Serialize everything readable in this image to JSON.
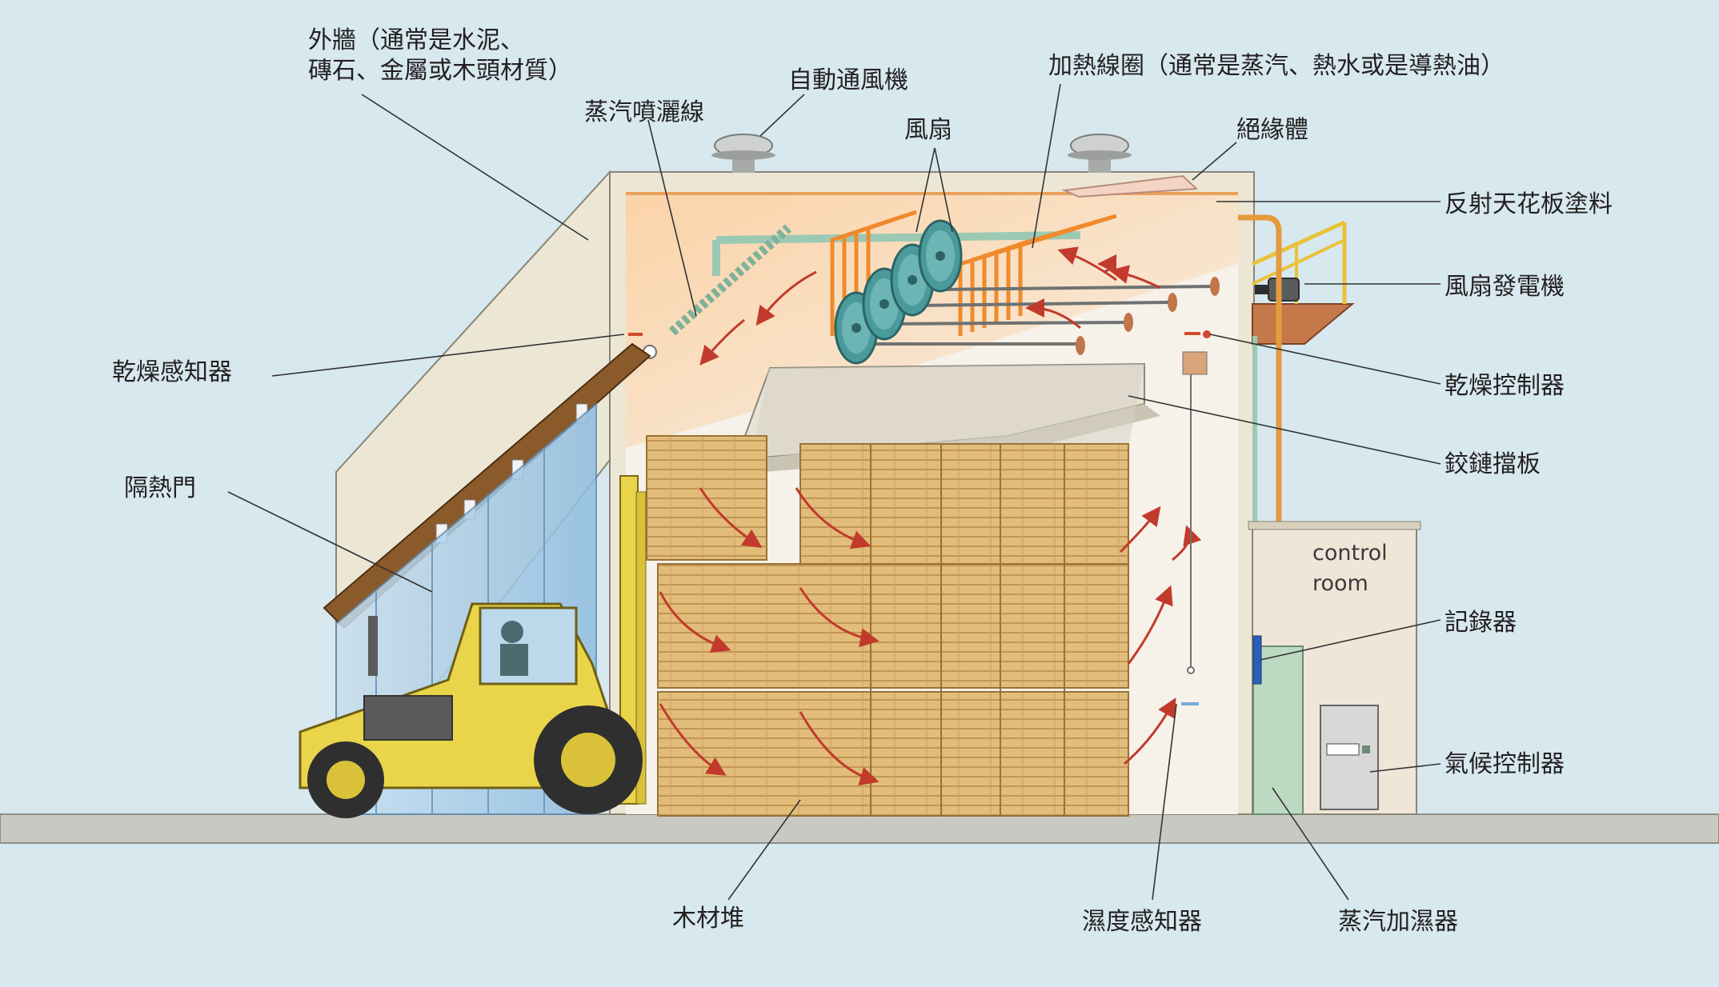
{
  "labels": {
    "outer_wall_line1": "外牆（通常是水泥、",
    "outer_wall_line2": "磚石、金屬或木頭材質）",
    "auto_vent": "自動通風機",
    "steam_spray": "蒸汽噴灑線",
    "fans": "風扇",
    "heating_coil": "加熱線圈（通常是蒸汽、熱水或是導熱油）",
    "insulation": "絕緣體",
    "reflective_ceiling": "反射天花板塗料",
    "fan_motor": "風扇發電機",
    "dry_sensor": "乾燥感知器",
    "dry_controller": "乾燥控制器",
    "hinged_baffle": "鉸鏈擋板",
    "insulated_door": "隔熱門",
    "control_room_line1": "control",
    "control_room_line2": "room",
    "recorder": "記錄器",
    "climate_controller": "氣候控制器",
    "lumber_stack": "木材堆",
    "humidity_sensor": "濕度感知器",
    "steam_humidifier": "蒸汽加濕器"
  },
  "colors": {
    "background": "#d7e8ef",
    "wall": "#ece6d5",
    "lumber": "#e2bc7a",
    "heating": "#f3a25a",
    "fan": "#4a9a9c",
    "forklift": "#ead44a",
    "arrow": "#c23a2c",
    "pipe": "#e59a3c"
  }
}
